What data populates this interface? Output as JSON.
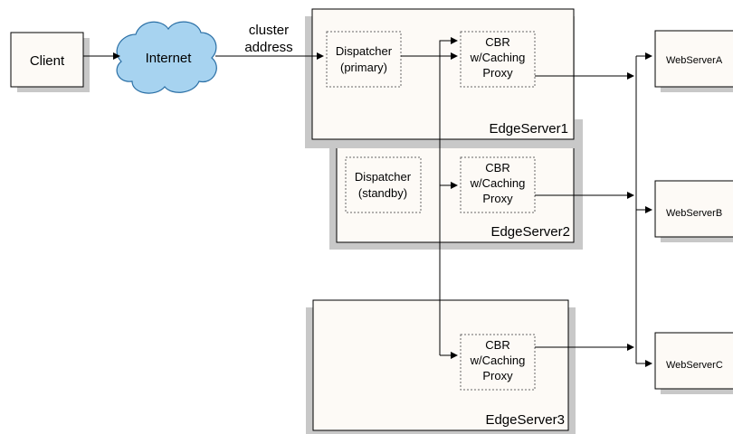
{
  "client": "Client",
  "internet": "Internet",
  "cluster_address": [
    "cluster",
    "address"
  ],
  "edge_servers": [
    {
      "name": "EdgeServer1",
      "dispatcher": [
        "Dispatcher",
        "(primary)"
      ],
      "cbr": [
        "CBR",
        "w/Caching",
        "Proxy"
      ]
    },
    {
      "name": "EdgeServer2",
      "dispatcher": [
        "Dispatcher",
        "(standby)"
      ],
      "cbr": [
        "CBR",
        "w/Caching",
        "Proxy"
      ]
    },
    {
      "name": "EdgeServer3",
      "cbr": [
        "CBR",
        "w/Caching",
        "Proxy"
      ]
    }
  ],
  "web_servers": [
    "WebServerA",
    "WebServerB",
    "WebServerC"
  ],
  "colors": {
    "shadow": "#c8c8c8",
    "box_fill": "#fdfaf6",
    "cloud_fill": "#a7d3f0",
    "cloud_stroke": "#2a6fa5",
    "line": "#000000"
  }
}
